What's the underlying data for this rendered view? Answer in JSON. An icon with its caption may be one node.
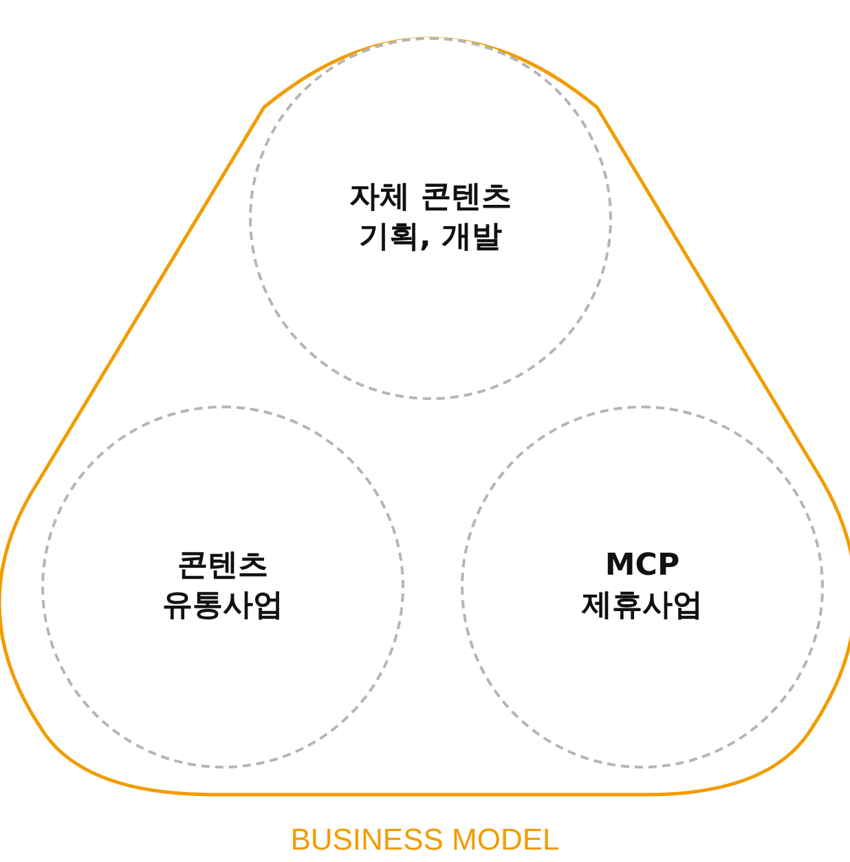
{
  "diagram": {
    "nodes": [
      {
        "text": [
          "BUSINESS MODEL"
        ]
      },
      {
        "text": [
          "자체 콘텐츠 기획, 개발"
        ],
        "in": 0
      },
      {
        "text": [
          "콘텐츠 유통사업"
        ],
        "in": 0
      },
      {
        "text": [
          "MCP 제휴사업"
        ],
        "in": 0
      }
    ]
  }
}
